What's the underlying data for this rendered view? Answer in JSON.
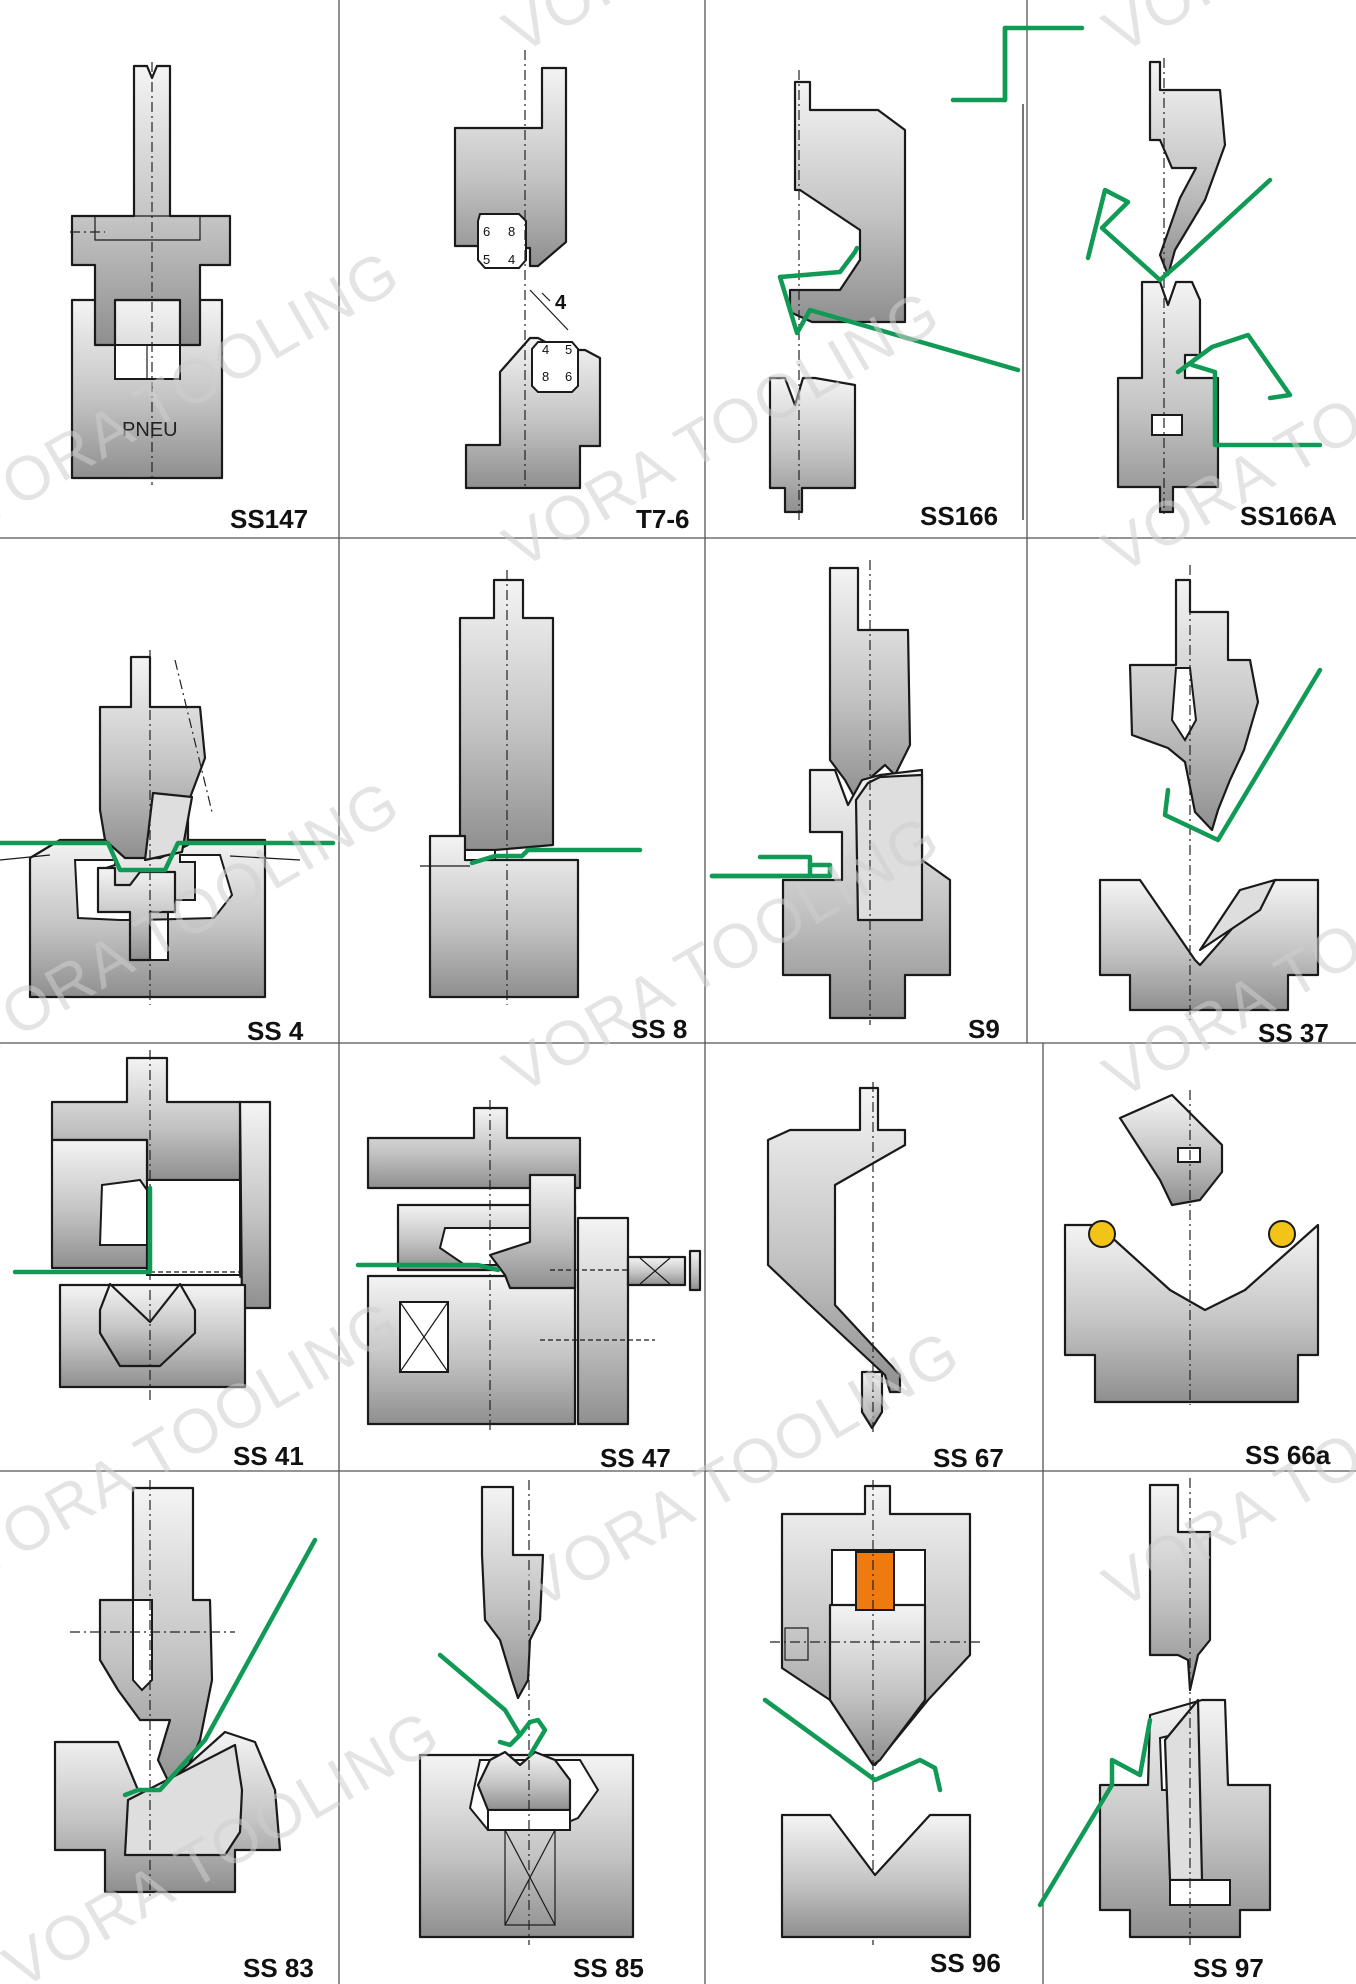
{
  "watermark": "VORA TOOLING",
  "colors": {
    "sheet": "#119a55",
    "roller": "#f2c417",
    "insert": "#ef7a10",
    "metal_light": "#f4f4f4",
    "metal_dark": "#8f8f8f"
  },
  "cells": [
    {
      "id": "ss147",
      "label": "SS147",
      "note": "PNEU"
    },
    {
      "id": "t7-6",
      "label": "T7-6",
      "dimension": "4",
      "numbers_top": [
        "6",
        "8",
        "5",
        "4"
      ],
      "numbers_bottom": [
        "4",
        "5",
        "8",
        "6"
      ]
    },
    {
      "id": "ss166",
      "label": "SS166"
    },
    {
      "id": "ss166a",
      "label": "SS166A"
    },
    {
      "id": "ss4",
      "label": "SS 4"
    },
    {
      "id": "ss8",
      "label": "SS 8"
    },
    {
      "id": "s9",
      "label": "S9"
    },
    {
      "id": "ss37",
      "label": "SS 37"
    },
    {
      "id": "ss41",
      "label": "SS 41"
    },
    {
      "id": "ss47",
      "label": "SS 47"
    },
    {
      "id": "ss67",
      "label": "SS 67"
    },
    {
      "id": "ss66a",
      "label": "SS 66a"
    },
    {
      "id": "ss83",
      "label": "SS 83"
    },
    {
      "id": "ss85",
      "label": "SS 85"
    },
    {
      "id": "ss96",
      "label": "SS 96"
    },
    {
      "id": "ss97",
      "label": "SS 97"
    }
  ]
}
